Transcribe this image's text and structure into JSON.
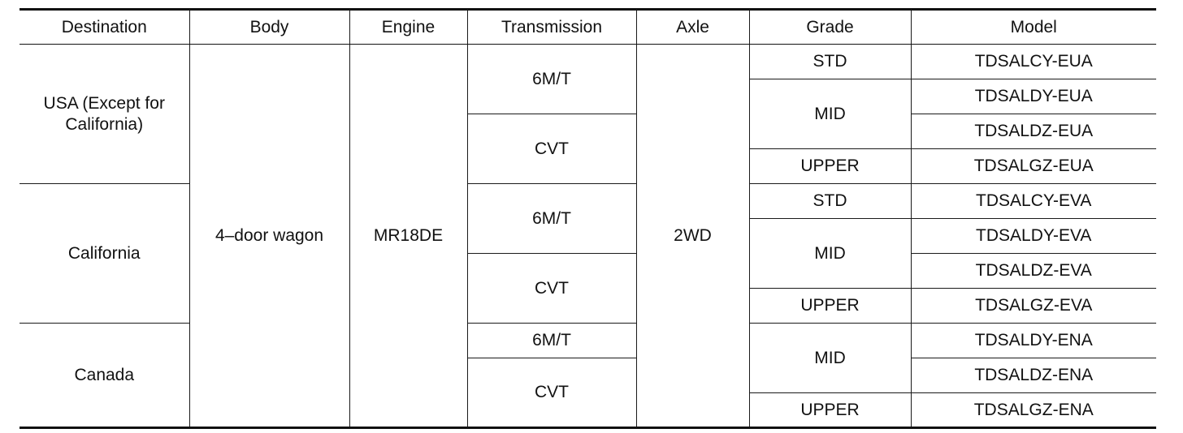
{
  "headers": [
    "Destination",
    "Body",
    "Engine",
    "Transmission",
    "Axle",
    "Grade",
    "Model"
  ],
  "destinations": [
    "USA (Except for California)",
    "California",
    "Canada"
  ],
  "body": "4–door wagon",
  "engine": "MR18DE",
  "axle": "2WD",
  "transmissions": [
    "6M/T",
    "CVT",
    "6M/T",
    "CVT",
    "6M/T",
    "CVT"
  ],
  "grades": [
    "STD",
    "MID",
    "UPPER",
    "STD",
    "MID",
    "UPPER",
    "MID",
    "UPPER"
  ],
  "models": [
    "TDSALCY-EUA",
    "TDSALDY-EUA",
    "TDSALDZ-EUA",
    "TDSALGZ-EUA",
    "TDSALCY-EVA",
    "TDSALDY-EVA",
    "TDSALDZ-EVA",
    "TDSALGZ-EVA",
    "TDSALDY-ENA",
    "TDSALDZ-ENA",
    "TDSALGZ-ENA"
  ]
}
